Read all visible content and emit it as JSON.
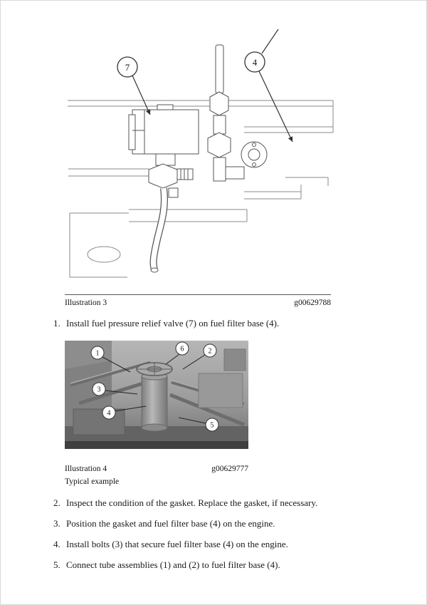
{
  "illustration3": {
    "caption": "Illustration 3",
    "code": "g00629788",
    "callouts": [
      "7",
      "4"
    ]
  },
  "step1": {
    "num": "1.",
    "text": "Install fuel pressure relief valve (7) on fuel filter base (4)."
  },
  "illustration4": {
    "caption": "Illustration 4",
    "code": "g00629777",
    "note": "Typical example",
    "callouts": [
      "1",
      "6",
      "2",
      "3",
      "4",
      "5"
    ]
  },
  "steps": [
    {
      "num": "2.",
      "text": "Inspect the condition of the gasket. Replace the gasket, if necessary."
    },
    {
      "num": "3.",
      "text": "Position the gasket and fuel filter base (4) on the engine."
    },
    {
      "num": "4.",
      "text": "Install bolts (3) that secure fuel filter base (4) on the engine."
    },
    {
      "num": "5.",
      "text": "Connect tube assemblies (1) and (2) to fuel filter base (4)."
    }
  ]
}
